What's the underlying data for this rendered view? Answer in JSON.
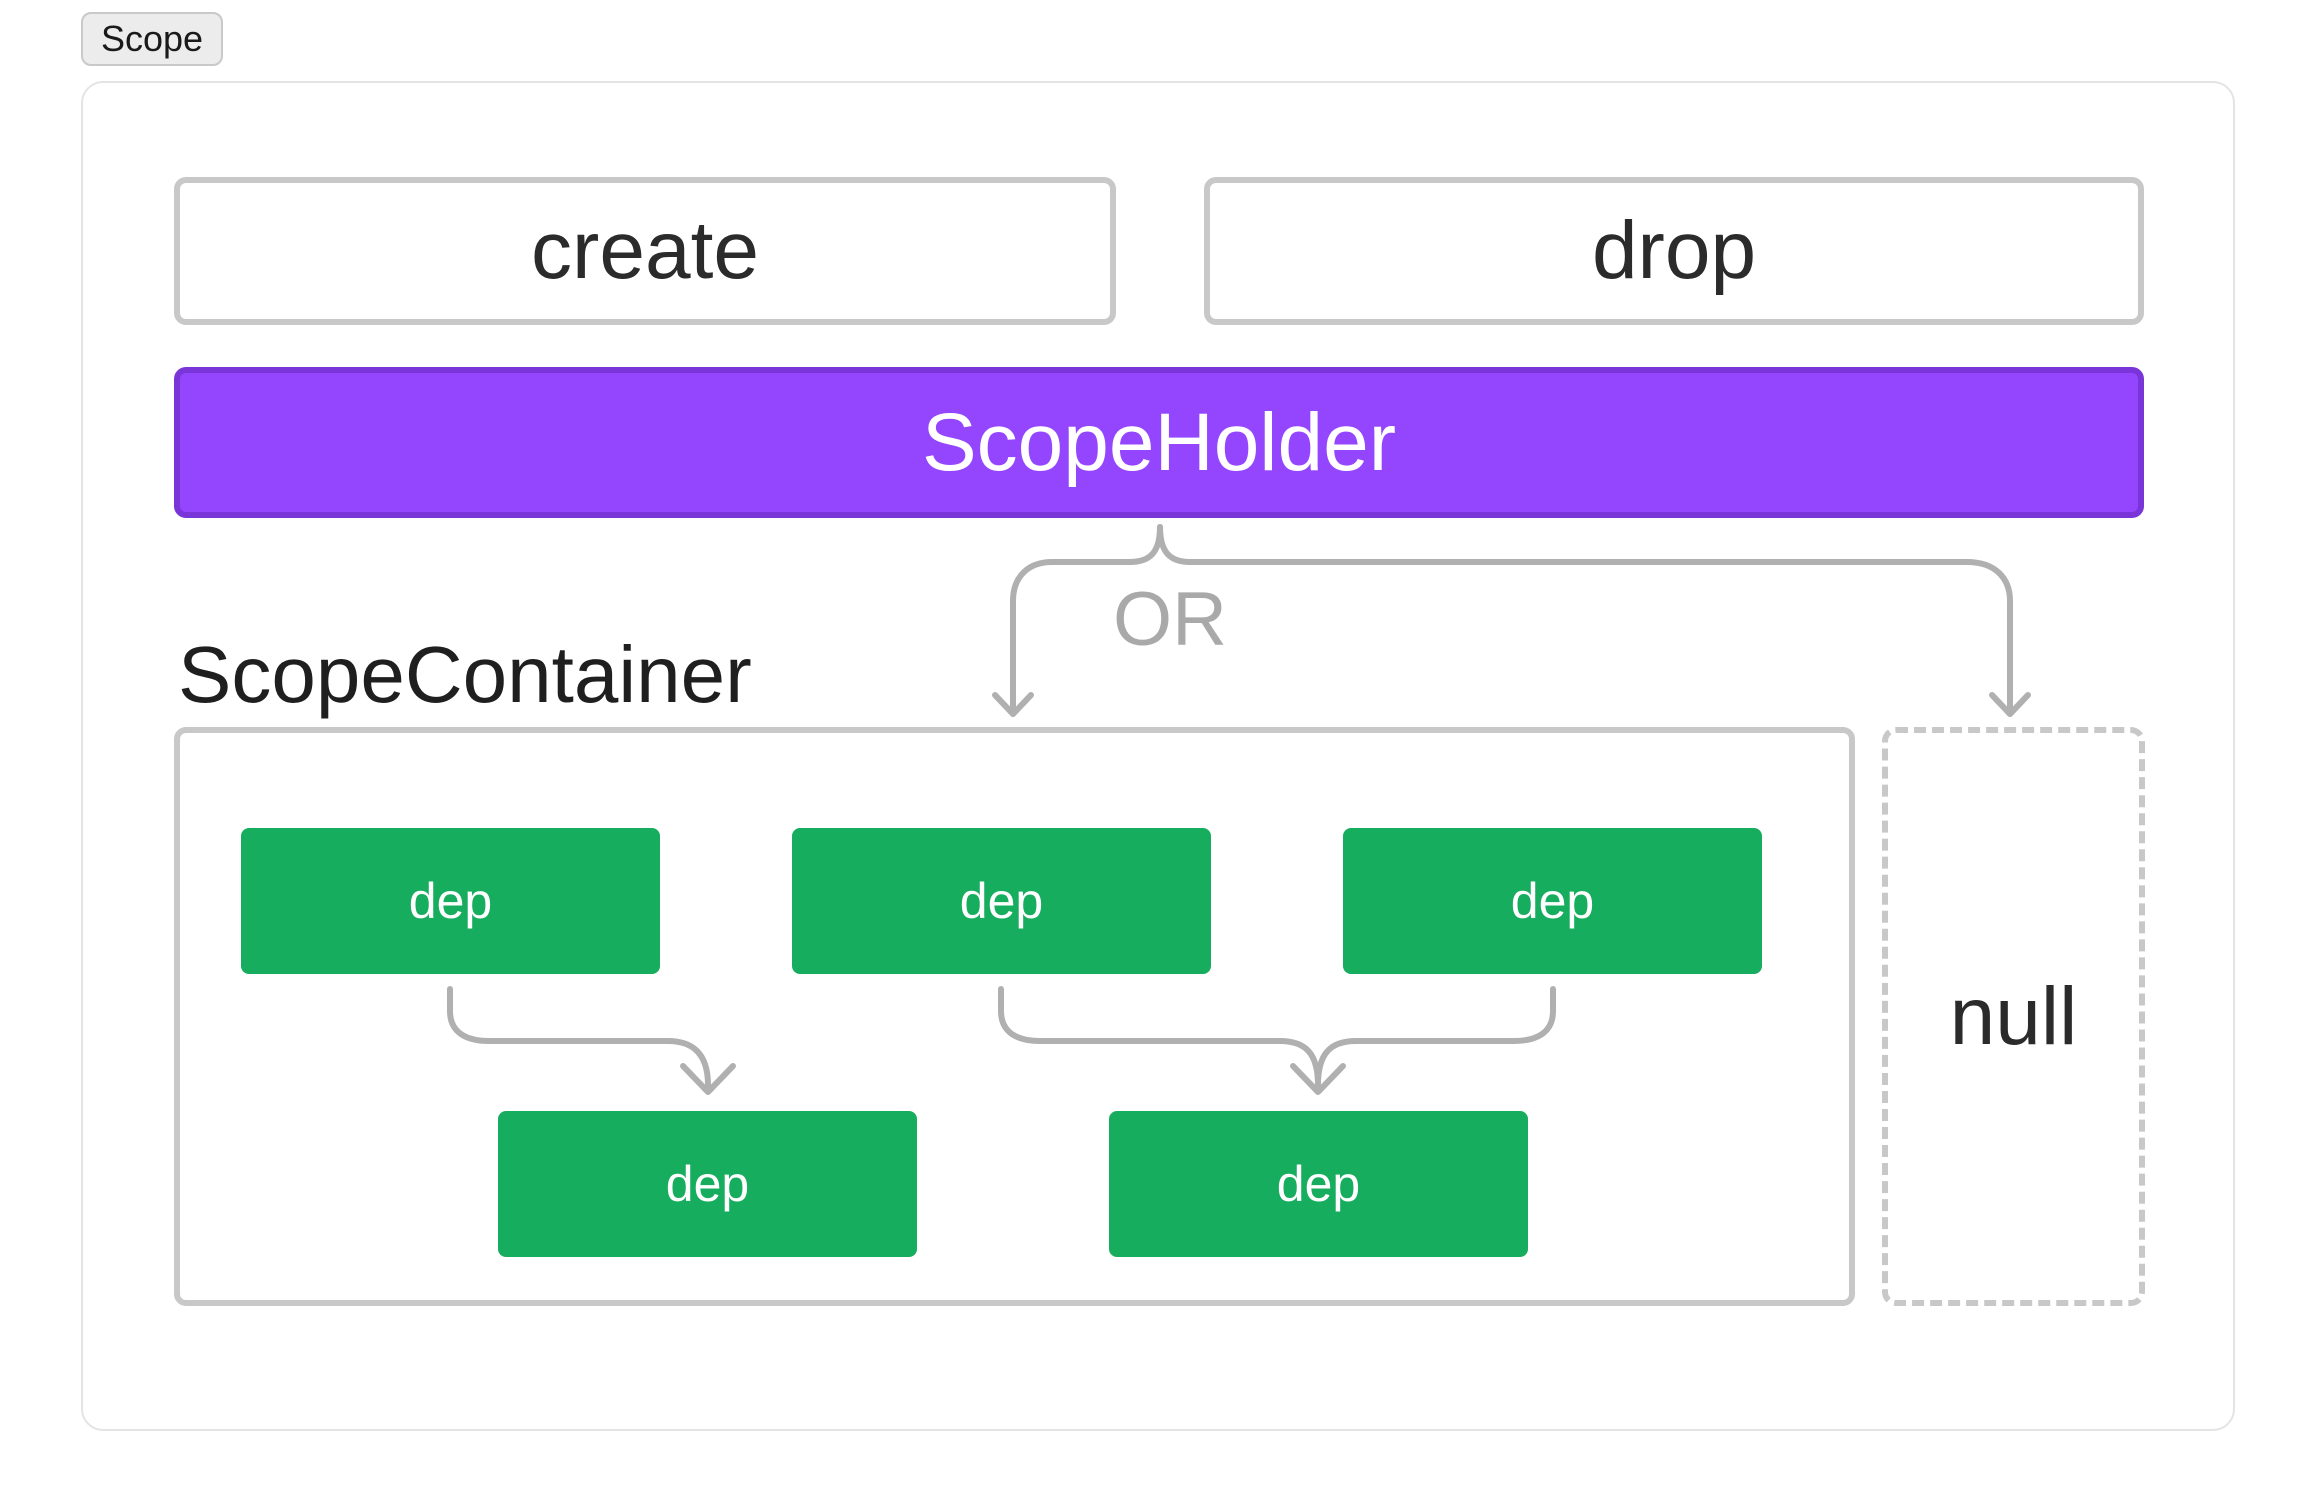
{
  "tab": {
    "label": "Scope"
  },
  "operations": {
    "create": "create",
    "drop": "drop"
  },
  "holder": {
    "label": "ScopeHolder"
  },
  "branch": {
    "label": "OR"
  },
  "container": {
    "title": "ScopeContainer"
  },
  "deps": {
    "top": [
      "dep",
      "dep",
      "dep"
    ],
    "bottom": [
      "dep",
      "dep"
    ]
  },
  "null_target": {
    "label": "null"
  },
  "colors": {
    "holder": "#9446ff",
    "dep": "#17ad5e",
    "border": "#c8c8c8",
    "connector": "#a9a9a9"
  }
}
